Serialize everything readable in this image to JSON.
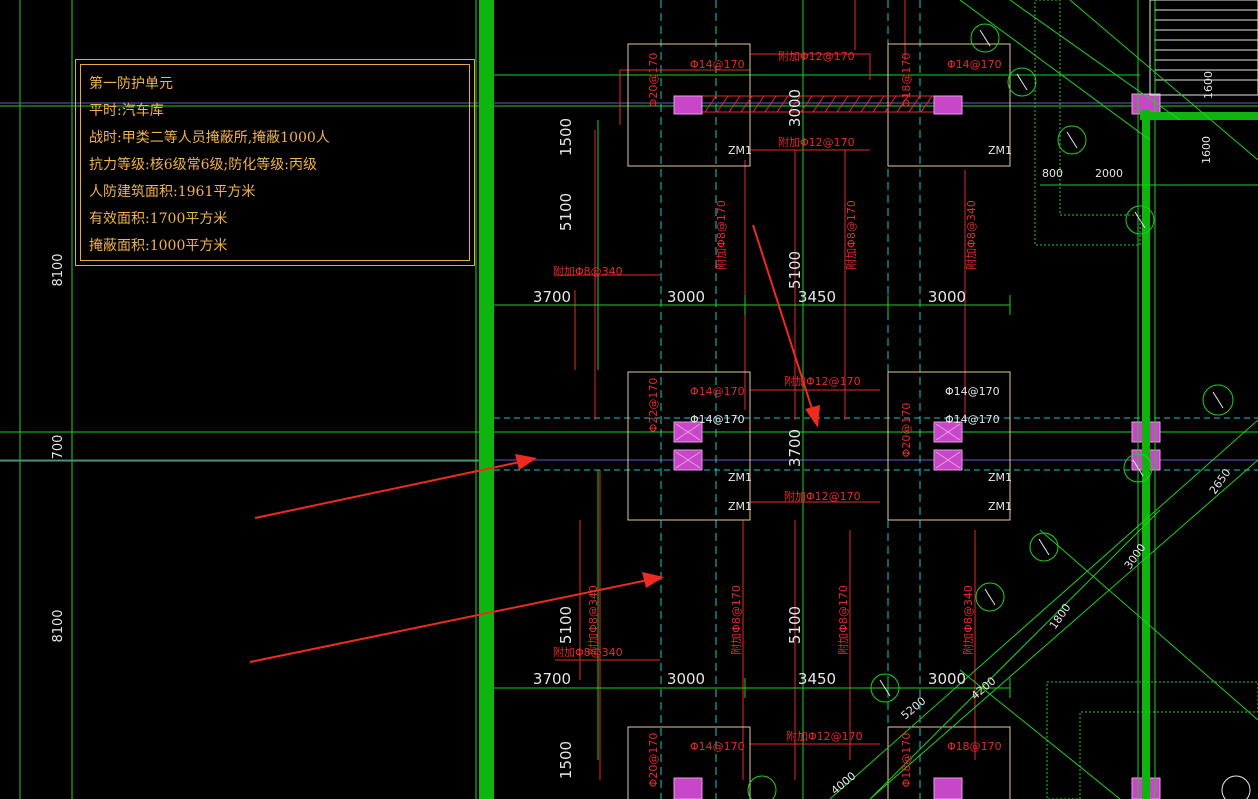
{
  "info_panel": {
    "lines": [
      "第一防护单元",
      "平时:汽车库",
      "战时:甲类二等人员掩蔽所,掩蔽1000人",
      "抗力等级:核6级常6级;防化等级:丙级",
      "人防建筑面积:1961平方米",
      "有效面积:1700平方米",
      "掩蔽面积:1000平方米"
    ]
  },
  "left_dimensions": [
    "8100",
    "700",
    "8100"
  ],
  "dimension_rows": {
    "upper": [
      "3700",
      "3000",
      "3450",
      "3000"
    ],
    "lower": [
      "3700",
      "3000",
      "3450",
      "3000"
    ]
  },
  "vertical_dimensions": {
    "top_left": "1500",
    "mid_left": "5100",
    "center_top": "3000",
    "center_upper": "5100",
    "center_middle": "3700",
    "center_lower": "5100",
    "lower_left": "5100",
    "bottom_left": "1500"
  },
  "column_label": "ZM1",
  "rebar_labels": {
    "phi14_170": "Φ14@170",
    "phi12_170": "附加Φ12@170",
    "phi8_340": "附加Φ8@340",
    "phi18_170": "Φ18@170",
    "phi20_170": "Φ20@170",
    "phi22_170": "Φ22@170",
    "phi8_170": "附加Φ8@170"
  },
  "right_dimensions": [
    "800",
    "2000",
    "1600",
    "2650",
    "3000",
    "1800",
    "5200",
    "4200",
    "4000",
    "1600"
  ],
  "colors": {
    "background": "#000000",
    "grid_green": "#1fd11f",
    "wall_green": "#0fb40f",
    "dim_white": "#e6e6e6",
    "rebar_red": "#e52a2a",
    "axis_cyan": "#19c8c8",
    "footing_outline": "#e8c89a",
    "column_magenta": "#c846c8",
    "info_orange": "#f0b24a",
    "arrow_red": "#ee2b20"
  }
}
